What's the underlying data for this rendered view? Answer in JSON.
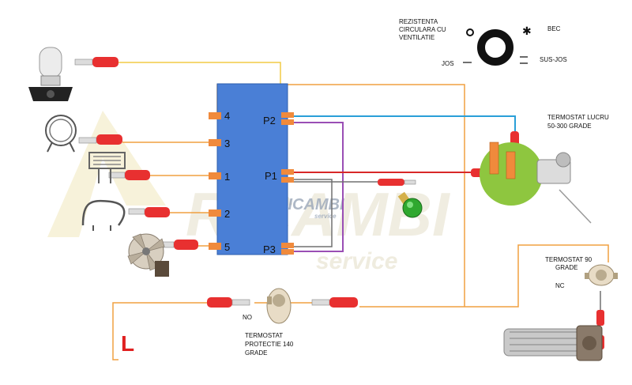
{
  "colors": {
    "switch_body": "#4a7fd6",
    "pin": "#f08a3c",
    "wire_orange": "#f0a040",
    "wire_yellow": "#f2cc45",
    "wire_blue": "#2a9fd8",
    "wire_purple": "#9a4fb5",
    "wire_red": "#d82828",
    "wire_gray": "#707070",
    "thermostat_disc": "#8ec63f",
    "indicator_green": "#2fa82f",
    "connector_red": "#e83030",
    "watermark": "#eeeadc"
  },
  "legend": {
    "mode_text": [
      "REZISTENTA",
      "CIRCULARA CU",
      "VENTILATIE"
    ],
    "bec": "BEC",
    "jos": "JOS",
    "sus_jos": "SUS-JOS"
  },
  "switch": {
    "left_pins": [
      "4",
      "3",
      "1",
      "2",
      "5"
    ],
    "right_pins": [
      "P2",
      "P1",
      "P3"
    ]
  },
  "thermostat_work": {
    "lines": [
      "TERMOSTAT LUCRU",
      "50-300 GRADE"
    ]
  },
  "thermostat_90": {
    "lines": [
      "TERMOSTAT 90",
      "GRADE"
    ],
    "state": "NC"
  },
  "thermostat_protect": {
    "lines": [
      "TERMOSTAT",
      "PROTECTIE 140",
      "GRADE"
    ],
    "state": "NO"
  },
  "phase_label": "L",
  "watermark": {
    "brand": "RICAMBI",
    "sub": "service"
  },
  "components": {
    "lamp": "bulb-lamp-icon",
    "ring_element": "circular-heater-icon",
    "upper_element": "grill-heater-icon",
    "lower_element": "bottom-heater-icon",
    "fan_motor": "fan-motor-icon",
    "tangential_fan": "tangential-fan-icon",
    "indicator": "indicator-lamp-icon"
  }
}
